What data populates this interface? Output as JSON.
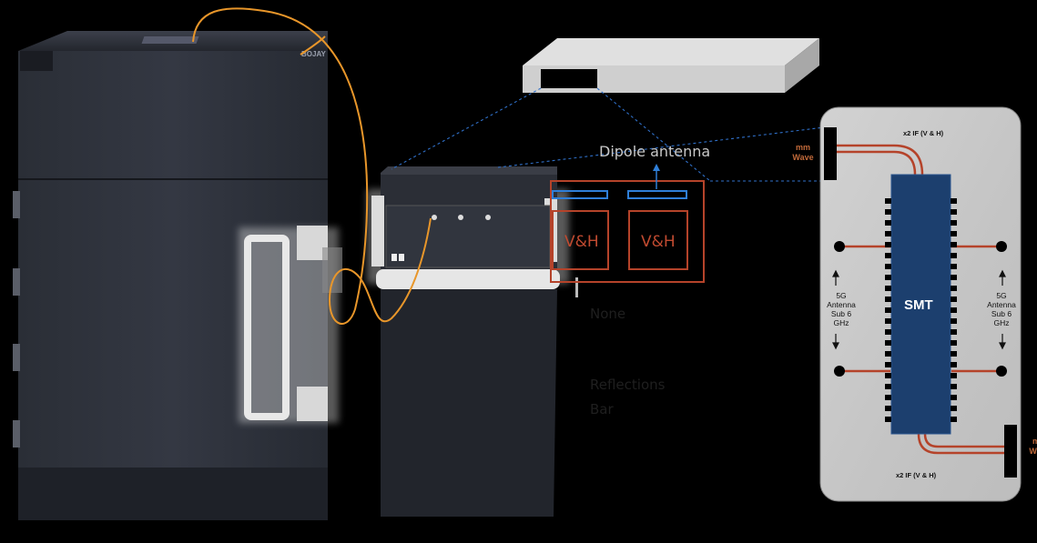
{
  "diagram": {
    "labels": {
      "dipole_antenna": "Dipole antenna",
      "vh_left": "V&H",
      "vh_right": "V&H",
      "faded_1": "None",
      "faded_2": "Reflections",
      "faded_3": "Bar"
    },
    "phone": {
      "if_top": "x2 IF (V & H)",
      "if_bottom": "x2 IF (V & H)",
      "mm_wave_top": [
        "mm",
        "Wave"
      ],
      "mm_wave_bottom": [
        "mm",
        "Wave"
      ],
      "antenna_left": [
        "5G",
        "Antenna",
        "Sub 6",
        "GHz"
      ],
      "antenna_right": [
        "5G",
        "Antenna",
        "Sub 6",
        "GHz"
      ],
      "chip": "SMT"
    },
    "chamber": {
      "brand": "BOJAY"
    }
  },
  "colors": {
    "background": "#000000",
    "trace": "#b5432a",
    "cable": "#e8962a",
    "dashed_link": "#2f6fc7",
    "chip": "#1c3f6e",
    "phone_body": "#c9c9c9",
    "text_orange": "#c26a3a"
  }
}
